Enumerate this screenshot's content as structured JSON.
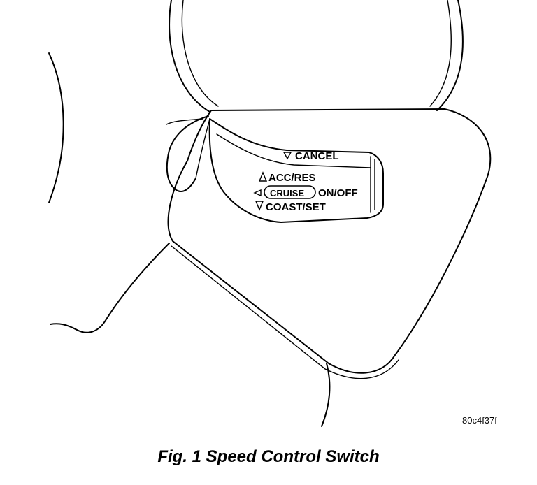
{
  "labels": {
    "cancel": "CANCEL",
    "acc_res": "ACC/RES",
    "cruise": "CRUISE",
    "on_off": "ON/OFF",
    "coast_set": "COAST/SET"
  },
  "figure_code": "80c4f37f",
  "caption": "Fig. 1 Speed Control Switch"
}
